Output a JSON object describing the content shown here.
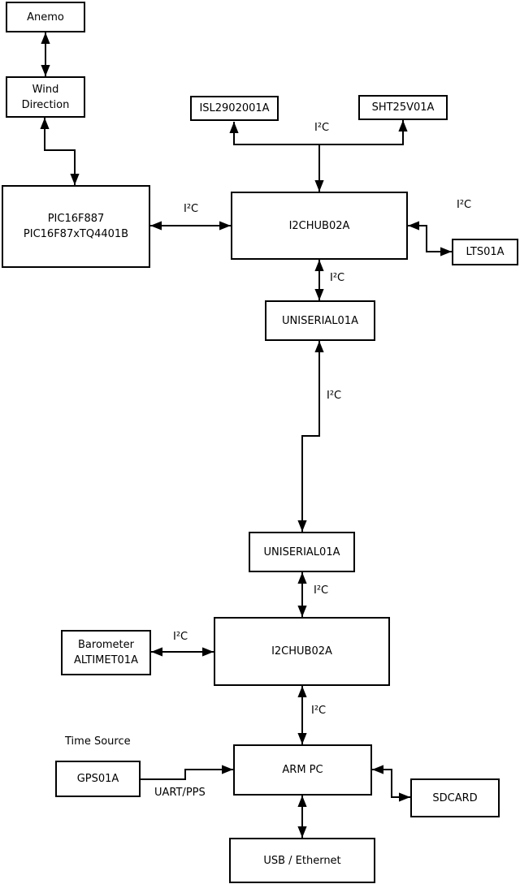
{
  "diagram": {
    "boxes": [
      {
        "name": "anemo",
        "label": "Anemo"
      },
      {
        "name": "wind-direction",
        "label": "Wind\nDirection"
      },
      {
        "name": "pic-controller",
        "label": "PIC16F887\nPIC16F87xTQ4401B"
      },
      {
        "name": "isl-sensor",
        "label": "ISL2902001A"
      },
      {
        "name": "sht-sensor",
        "label": "SHT25V01A"
      },
      {
        "name": "i2c-hub-1",
        "label": "I2CHUB02A"
      },
      {
        "name": "lts-sensor",
        "label": "LTS01A"
      },
      {
        "name": "uniserial-1",
        "label": "UNISERIAL01A"
      },
      {
        "name": "uniserial-2",
        "label": "UNISERIAL01A"
      },
      {
        "name": "i2c-hub-2",
        "label": "I2CHUB02A"
      },
      {
        "name": "barometer",
        "label": "Barometer\nALTIMET01A"
      },
      {
        "name": "gps",
        "label": "GPS01A"
      },
      {
        "name": "arm-pc",
        "label": "ARM PC"
      },
      {
        "name": "sdcard",
        "label": "SDCARD"
      },
      {
        "name": "usb-ethernet",
        "label": "USB / Ethernet"
      }
    ],
    "annotations": {
      "time_source": "Time Source"
    },
    "connections": [
      {
        "from": "Anemo",
        "to": "Wind Direction",
        "bidirectional": true,
        "label": ""
      },
      {
        "from": "Wind Direction",
        "to": "PIC16F887",
        "bidirectional": true,
        "label": ""
      },
      {
        "from": "PIC16F887",
        "to": "I2CHUB02A (upper)",
        "bidirectional": true,
        "label": "I²C"
      },
      {
        "from": "I2CHUB02A (upper)",
        "to": "ISL2902001A + SHT25V01A",
        "bidirectional": false,
        "label": "I²C"
      },
      {
        "from": "I2CHUB02A (upper)",
        "to": "LTS01A",
        "bidirectional": true,
        "label": "I²C"
      },
      {
        "from": "I2CHUB02A (upper)",
        "to": "UNISERIAL01A (upper)",
        "bidirectional": true,
        "label": "I²C"
      },
      {
        "from": "UNISERIAL01A (upper)",
        "to": "UNISERIAL01A (lower)",
        "bidirectional": true,
        "label": "I²C"
      },
      {
        "from": "UNISERIAL01A (lower)",
        "to": "I2CHUB02A (lower)",
        "bidirectional": true,
        "label": "I²C"
      },
      {
        "from": "Barometer ALTIMET01A",
        "to": "I2CHUB02A (lower)",
        "bidirectional": true,
        "label": "I²C"
      },
      {
        "from": "I2CHUB02A (lower)",
        "to": "ARM PC",
        "bidirectional": true,
        "label": "I²C"
      },
      {
        "from": "GPS01A",
        "to": "ARM PC",
        "bidirectional": false,
        "label": "UART/PPS"
      },
      {
        "from": "ARM PC",
        "to": "SDCARD",
        "bidirectional": true,
        "label": ""
      },
      {
        "from": "ARM PC",
        "to": "USB / Ethernet",
        "bidirectional": true,
        "label": ""
      }
    ]
  }
}
